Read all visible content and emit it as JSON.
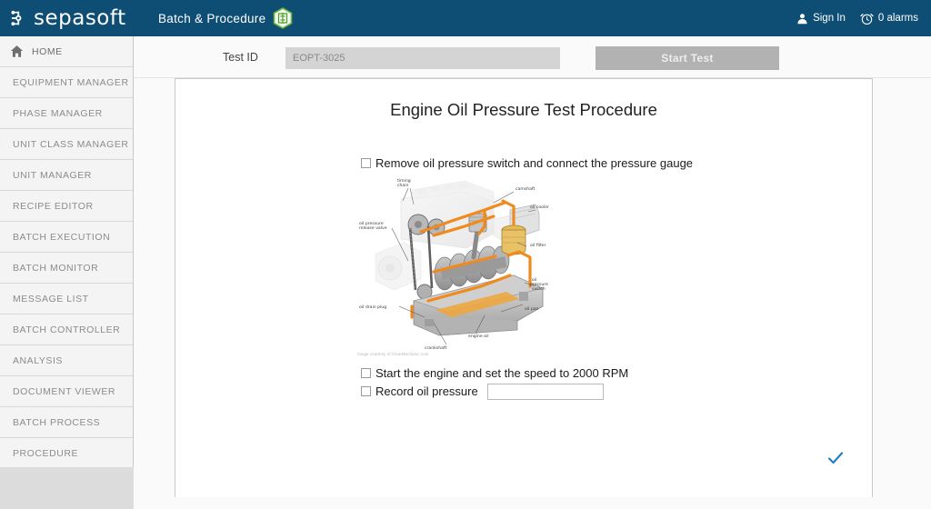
{
  "header": {
    "brand": "sepasoft",
    "brand_icon": "sepasoft-node-logo",
    "module_title": "Batch & Procedure",
    "module_icon": "hexagon-batch-icon",
    "accent_color": "#0e4d74",
    "module_icon_color": "#6cb33f",
    "user_icon": "person-icon",
    "sign_in_label": "Sign In",
    "alarm_icon": "alarm-clock-icon",
    "alarms_label": "0 alarms"
  },
  "sidebar": {
    "items": [
      {
        "label": "HOME",
        "icon": "home-icon"
      },
      {
        "label": "EQUIPMENT MANAGER"
      },
      {
        "label": "PHASE MANAGER"
      },
      {
        "label": "UNIT CLASS MANAGER"
      },
      {
        "label": "UNIT MANAGER"
      },
      {
        "label": "RECIPE EDITOR"
      },
      {
        "label": "BATCH EXECUTION"
      },
      {
        "label": "BATCH MONITOR"
      },
      {
        "label": "MESSAGE LIST"
      },
      {
        "label": "BATCH CONTROLLER"
      },
      {
        "label": "ANALYSIS"
      },
      {
        "label": "DOCUMENT VIEWER"
      },
      {
        "label": "BATCH PROCESS"
      },
      {
        "label": "PROCEDURE"
      }
    ]
  },
  "toolbar": {
    "test_id_label": "Test ID",
    "test_id_value": "",
    "test_id_placeholder": "EOPT-3025",
    "start_test_label": "Start Test"
  },
  "procedure": {
    "title": "Engine Oil Pressure Test Procedure",
    "steps": [
      {
        "label": "Remove oil pressure switch and connect the pressure gauge",
        "checked": false,
        "has_input": false
      },
      {
        "label": "Start the engine and set the speed to 2000 RPM",
        "checked": false,
        "has_input": false
      },
      {
        "label": "Record oil pressure",
        "checked": false,
        "has_input": true,
        "input_value": ""
      }
    ],
    "confirm_icon": "checkmark-icon",
    "confirm_color": "#1f7dc4"
  },
  "diagram": {
    "alt": "engine-oil-flow-diagram",
    "credit": "Image courtesy of ClearMechanic.com",
    "labels": [
      "timing chain",
      "camshaft",
      "oil cooler",
      "oil pressure release valve",
      "oil filter",
      "oil pressure switch",
      "oil drain plug",
      "oil pan",
      "engine oil",
      "crankshaft"
    ]
  }
}
